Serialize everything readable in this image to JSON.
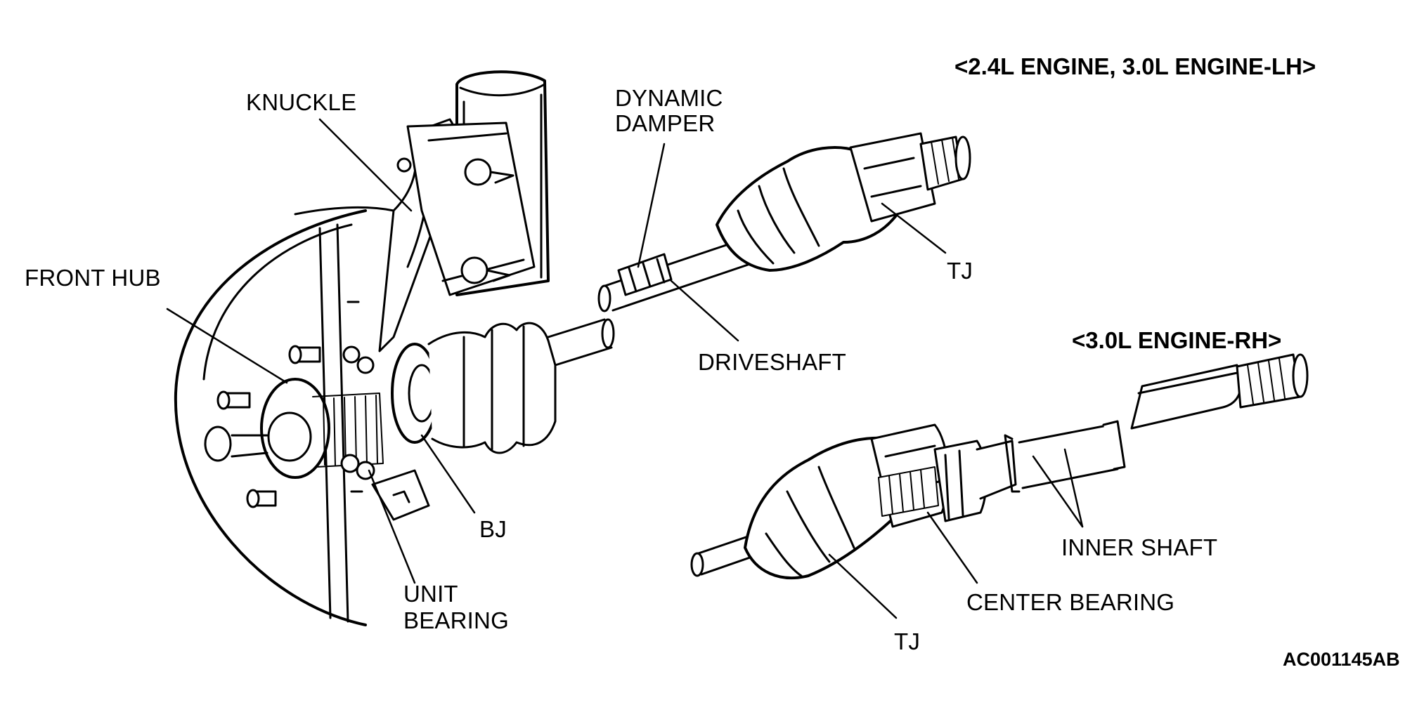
{
  "headings": {
    "upper": "<2.4L ENGINE, 3.0L ENGINE-LH>",
    "lower": "<3.0L ENGINE-RH>"
  },
  "labels": {
    "knuckle": "KNUCKLE",
    "dynamic_damper_1": "DYNAMIC",
    "dynamic_damper_2": "DAMPER",
    "front_hub": "FRONT HUB",
    "tj_upper": "TJ",
    "driveshaft": "DRIVESHAFT",
    "bj": "BJ",
    "unit_bearing_1": "UNIT",
    "unit_bearing_2": "BEARING",
    "inner_shaft": "INNER SHAFT",
    "center_bearing": "CENTER BEARING",
    "tj_lower": "TJ"
  },
  "figure_code": "AC001145AB",
  "colors": {
    "ink": "#000000",
    "paper": "#ffffff"
  }
}
